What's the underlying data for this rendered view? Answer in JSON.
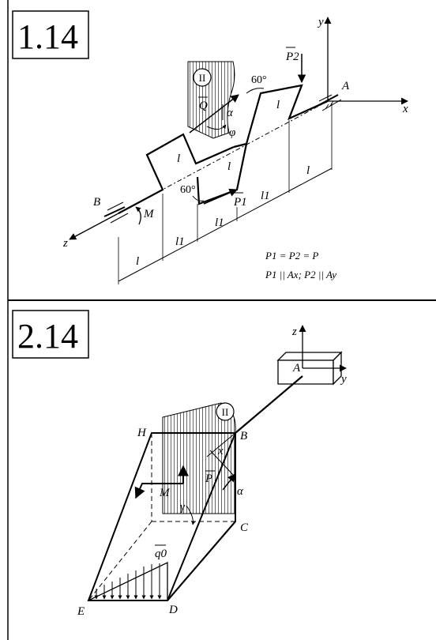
{
  "problem1": {
    "number": "1.14",
    "plane_label": "II",
    "points": {
      "A": "A",
      "B": "B",
      "M": "M"
    },
    "axes": {
      "x": "x",
      "y": "y",
      "z": "z"
    },
    "forces": {
      "Q": "Q",
      "P1": "P1",
      "P2": "P2"
    },
    "angles": {
      "a60_top": "60°",
      "a60_bottom": "60°",
      "alpha": "α",
      "phi": "φ"
    },
    "lengths": {
      "l": "l",
      "l1": "l1"
    },
    "conditions": {
      "line1": "P1 = P2 = P",
      "line2": "P1 || Ax;  P2 || Ay"
    }
  },
  "problem2": {
    "number": "2.14",
    "plane_label": "II",
    "points": {
      "A": "A",
      "B": "B",
      "C": "C",
      "D": "D",
      "E": "E",
      "H": "H",
      "M": "M"
    },
    "axes": {
      "x": "x",
      "y": "y",
      "z": "z"
    },
    "force": "P",
    "load": "q0",
    "angles": {
      "alpha": "α",
      "gamma": "γ"
    }
  }
}
